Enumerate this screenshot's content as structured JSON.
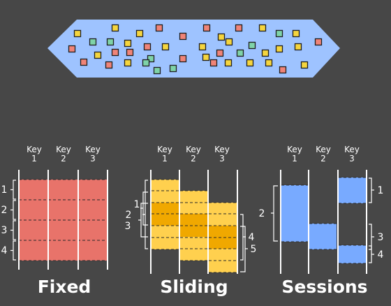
{
  "stream": {
    "dot_colors": {
      "yellow": "#f5d53e",
      "red": "#f08478",
      "green": "#7fd3a8"
    },
    "fill": "#9ec3ff"
  },
  "fixed": {
    "title": "Fixed",
    "keys": [
      "Key\n1",
      "Key\n2",
      "Key\n3"
    ],
    "window_labels": [
      "1",
      "2",
      "3",
      "4"
    ],
    "color": "#e8736a"
  },
  "sliding": {
    "title": "Sliding",
    "keys": [
      "Key\n1",
      "Key\n2",
      "Key\n3"
    ],
    "left_labels": [
      "1",
      "2",
      "3"
    ],
    "right_labels": [
      "4",
      "5"
    ],
    "colors": {
      "light": "#ffd04e",
      "dark": "#f0a800"
    }
  },
  "sessions": {
    "title": "Sessions",
    "keys": [
      "Key\n1",
      "Key\n2",
      "Key\n3"
    ],
    "left_labels": [
      "2"
    ],
    "right_labels": [
      "1",
      "3",
      "4"
    ],
    "color": "#78aaff"
  }
}
